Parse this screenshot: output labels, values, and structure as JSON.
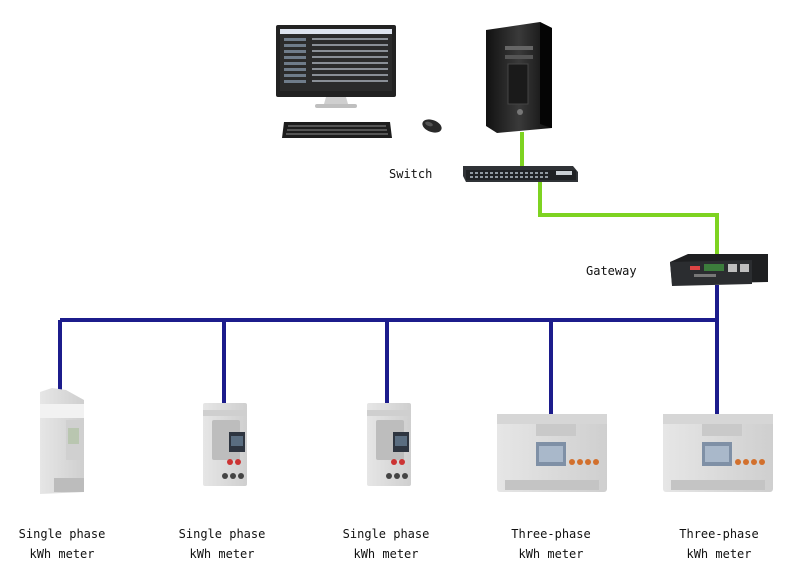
{
  "labels": {
    "switch": "Switch",
    "gateway": "Gateway"
  },
  "meters": [
    {
      "line1": "Single phase",
      "line2": "kWh meter"
    },
    {
      "line1": "Single phase",
      "line2": "kWh meter"
    },
    {
      "line1": "Single phase",
      "line2": "kWh meter"
    },
    {
      "line1": "Three-phase",
      "line2": "kWh meter"
    },
    {
      "line1": "Three-phase",
      "line2": "kWh meter"
    }
  ],
  "colors": {
    "ethernet_link": "#7ed321",
    "rs485_bus": "#1c1c8c"
  },
  "icons": [
    "monitor-icon",
    "keyboard-icon",
    "mouse-icon",
    "server-tower-icon",
    "network-switch-icon",
    "gateway-device-icon",
    "single-phase-meter-icon",
    "three-phase-meter-icon"
  ]
}
